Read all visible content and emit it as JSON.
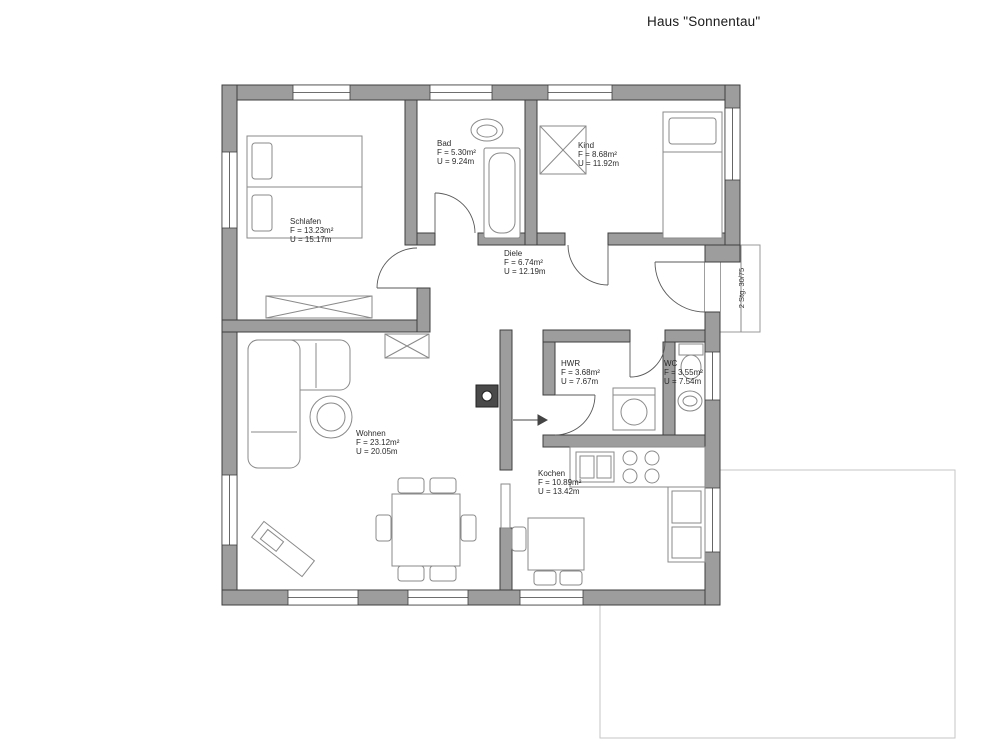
{
  "title": "Haus \"Sonnentau\"",
  "plan": {
    "wall_color": "#9d9d9d",
    "outline_color": "#3f3f3f",
    "rooms": [
      {
        "id": "schlafen",
        "name": "Schlafen",
        "area": "F = 13.23m²",
        "perimeter": "U = 15.17m"
      },
      {
        "id": "bad",
        "name": "Bad",
        "area": "F = 5.30m²",
        "perimeter": "U = 9.24m"
      },
      {
        "id": "kind",
        "name": "Kind",
        "area": "F = 8.68m²",
        "perimeter": "U = 11.92m"
      },
      {
        "id": "diele",
        "name": "Diele",
        "area": "F = 6.74m²",
        "perimeter": "U = 12.19m"
      },
      {
        "id": "hwr",
        "name": "HWR",
        "area": "F = 3.68m²",
        "perimeter": "U = 7.67m"
      },
      {
        "id": "wc",
        "name": "WC",
        "area": "F = 3.55m²",
        "perimeter": "U = 7.54m"
      },
      {
        "id": "wohnen",
        "name": "Wohnen",
        "area": "F = 23.12m²",
        "perimeter": "U = 20.05m"
      },
      {
        "id": "kochen",
        "name": "Kochen",
        "area": "F = 10.89m²",
        "perimeter": "U = 13.42m"
      }
    ],
    "stairs_label": "2 Stg. 30/75"
  }
}
